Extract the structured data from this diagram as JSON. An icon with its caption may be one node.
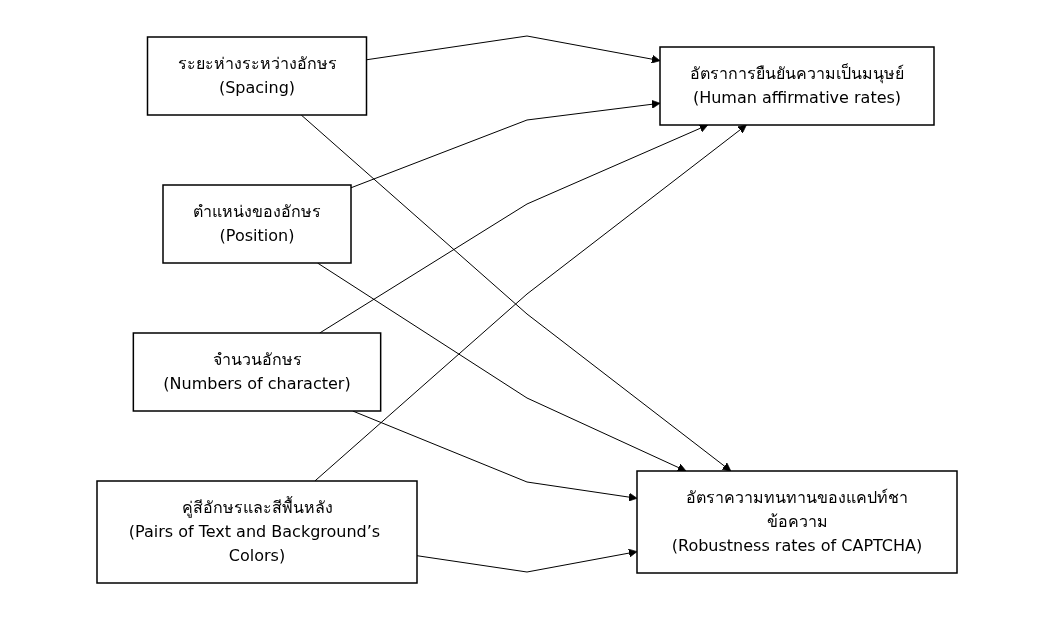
{
  "diagram": {
    "nodes": [
      {
        "text": [
          "ระยะห่างระหว่างอักษร",
          "(Spacing)"
        ]
      },
      {
        "text": [
          "ตำแหน่งของอักษร",
          "(Position)"
        ]
      },
      {
        "text": [
          "จำนวนอักษร",
          "(Numbers of character)"
        ]
      },
      {
        "text": [
          "คู่สีอักษรและสีพื้นหลัง",
          "(Pairs of Text and Background’s Colors)"
        ]
      },
      {
        "text": [
          "อัตราการยืนยันความเป็นมนุษย์",
          "(Human affirmative rates)"
        ]
      },
      {
        "text": [
          "อัตราความทนทานของแคปท์ชาข้อความ",
          "(Robustness rates of CAPTCHA)"
        ]
      }
    ],
    "edges": [
      {
        "from": 0,
        "to": 4,
        "arrow": "to"
      },
      {
        "from": 0,
        "to": 5,
        "arrow": "to"
      },
      {
        "from": 1,
        "to": 4,
        "arrow": "to"
      },
      {
        "from": 1,
        "to": 5,
        "arrow": "to"
      },
      {
        "from": 2,
        "to": 4,
        "arrow": "to"
      },
      {
        "from": 2,
        "to": 5,
        "arrow": "to"
      },
      {
        "from": 3,
        "to": 4,
        "arrow": "to"
      },
      {
        "from": 3,
        "to": 5,
        "arrow": "to"
      }
    ]
  }
}
